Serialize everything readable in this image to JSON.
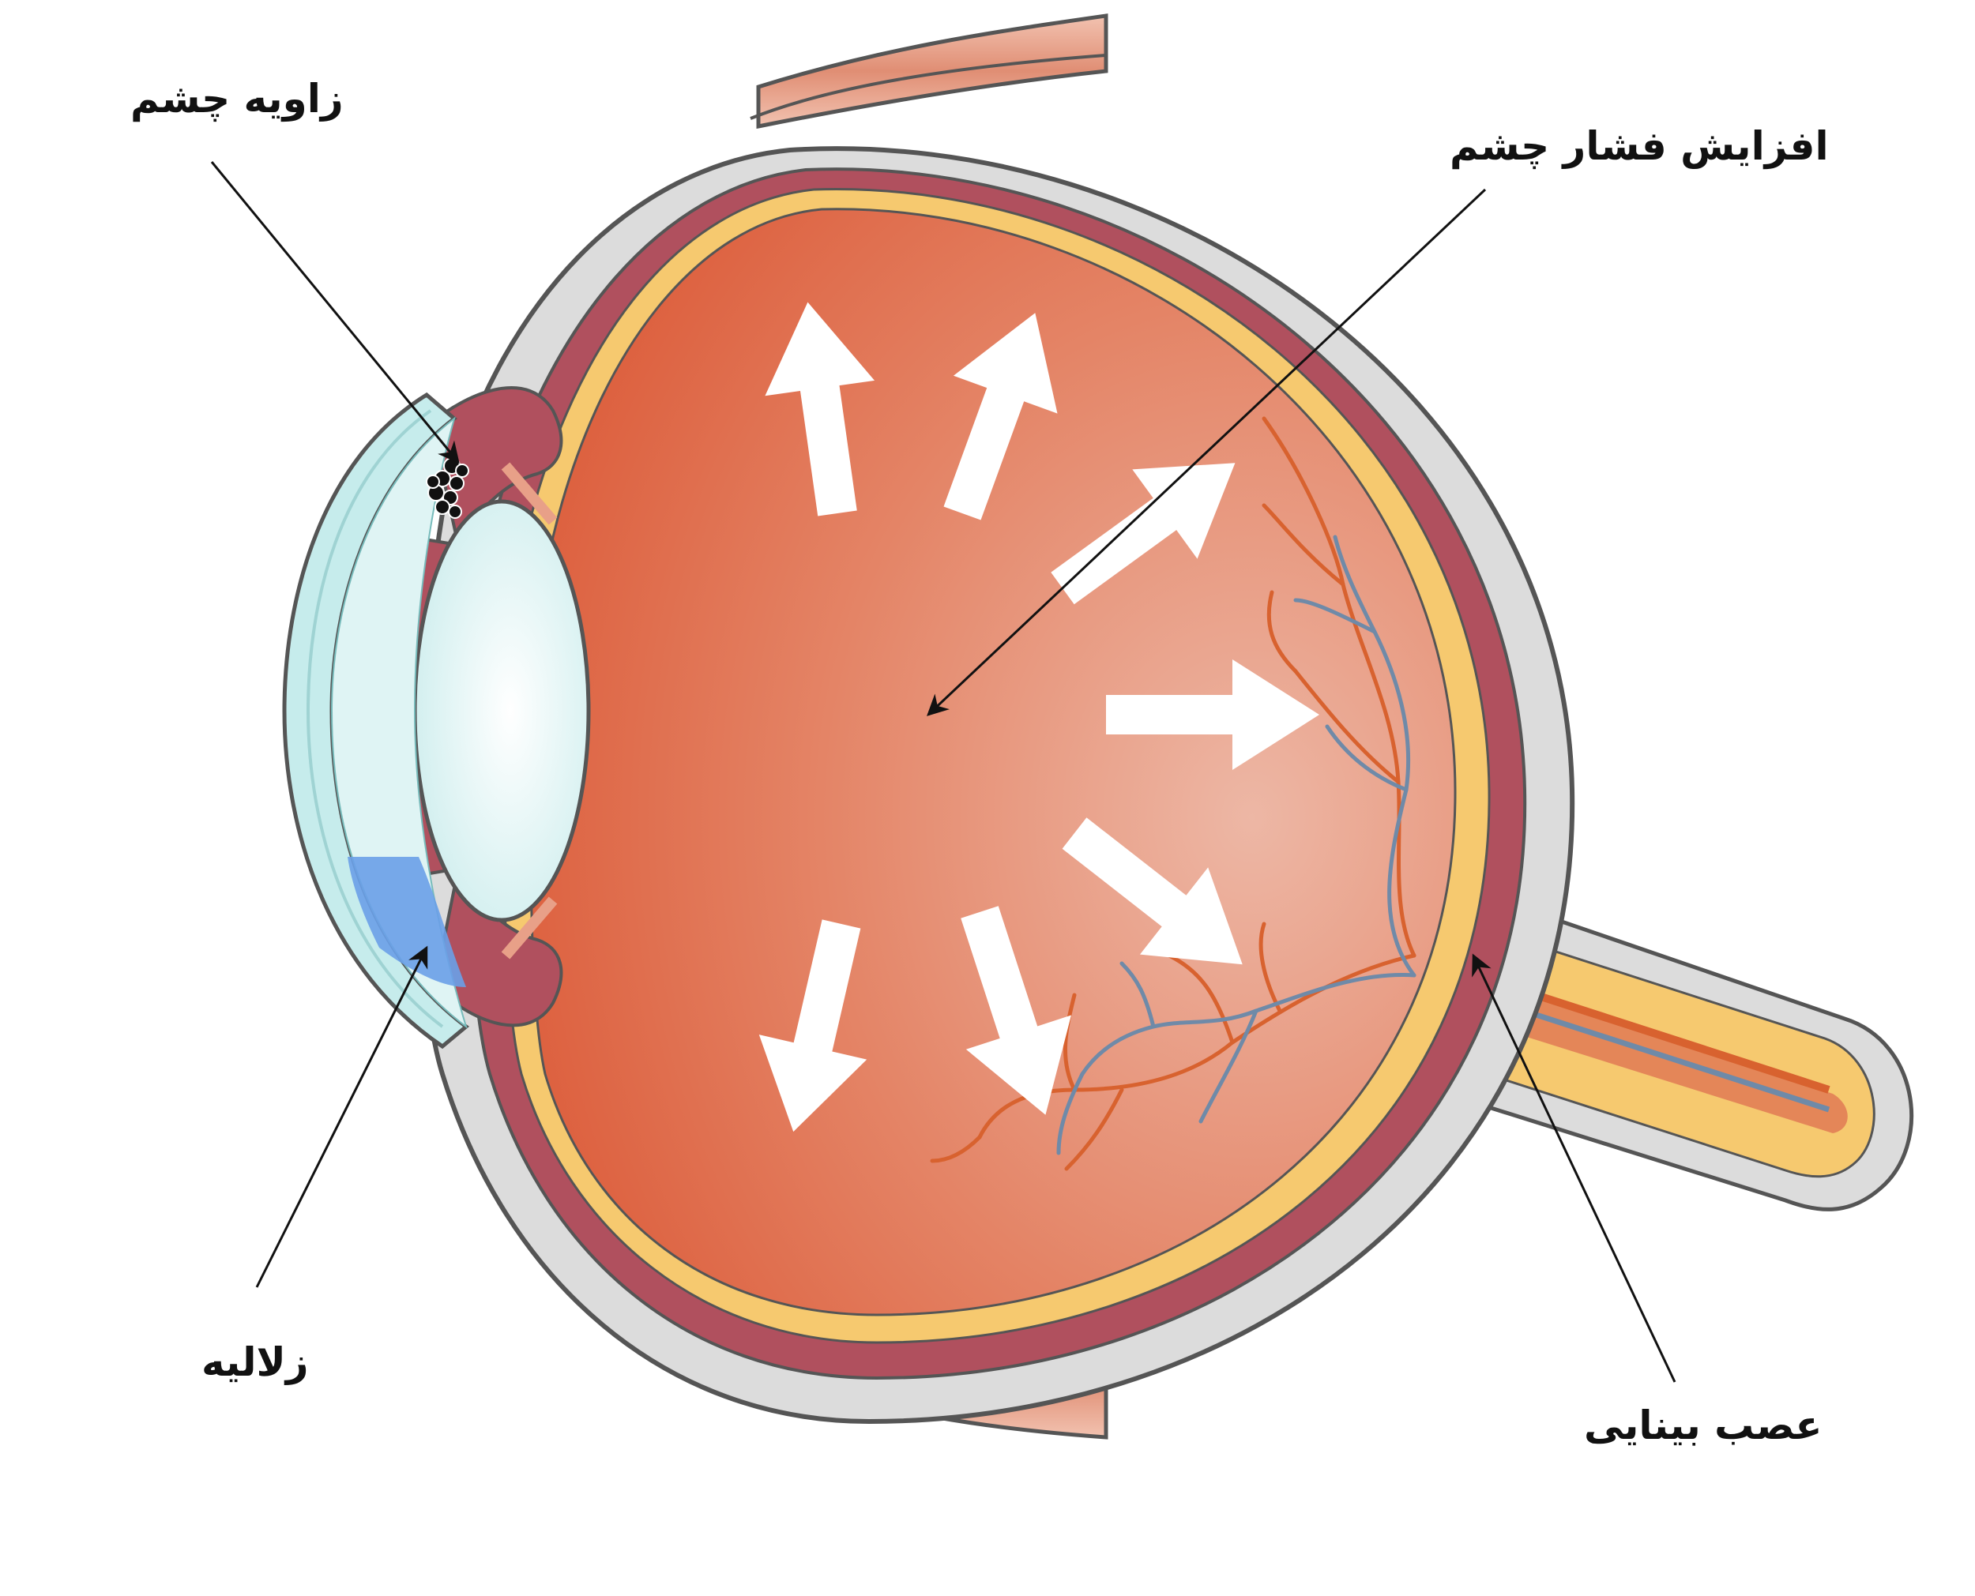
{
  "labels": {
    "angle": "زاویه چشم",
    "pressure": "افزایش فشار چشم",
    "aqueous": "زلالیه",
    "optic_nerve": "عصب بینایی"
  },
  "colors": {
    "sclera": "#dcdcdc",
    "sclera_outline": "#555555",
    "choroid": "#b0505e",
    "retina_layer": "#f6c96f",
    "vitreous_dark": "#dc5c3a",
    "vitreous_light": "#edb7a5",
    "lens": "#e6f7f7",
    "cornea": "#c6ecec",
    "aqueous_blue": "#6aa0e8",
    "vessel_red": "#d8622f",
    "vessel_blue": "#6f8aa8",
    "muscle": "#e8a088",
    "pressure_arrow": "#ffffff",
    "pointer": "#111111"
  },
  "icons": {
    "pressure_arrows": "outward-arrow-icon",
    "pointers": "leader-arrow-icon"
  }
}
